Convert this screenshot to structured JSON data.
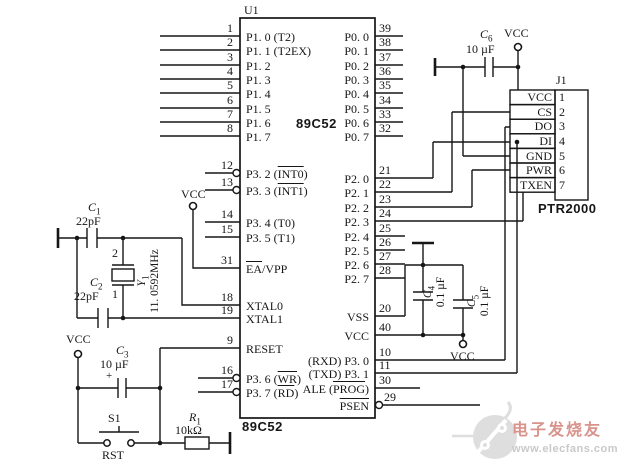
{
  "ic": {
    "ref": "U1",
    "part_center": "89C52",
    "part_bottom": "89C52",
    "left_pins": [
      {
        "num": "1",
        "pre": "P1. 0 (T2)"
      },
      {
        "num": "2",
        "pre": "P1. 1 (T2EX)"
      },
      {
        "num": "3",
        "pre": "P1. 2"
      },
      {
        "num": "4",
        "pre": "P1. 3"
      },
      {
        "num": "5",
        "pre": "P1. 4"
      },
      {
        "num": "6",
        "pre": "P1. 5"
      },
      {
        "num": "7",
        "pre": "P1. 6"
      },
      {
        "num": "8",
        "pre": "P1. 7"
      },
      {
        "num": "12",
        "pre": "P3. 2 (",
        "over": "INT0",
        "post": ")"
      },
      {
        "num": "13",
        "pre": "P3. 3 (",
        "over": "INT1",
        "post": ")"
      },
      {
        "num": "14",
        "pre": "P3. 4 (T0)"
      },
      {
        "num": "15",
        "pre": "P3. 5  (T1)"
      },
      {
        "num": "31",
        "over": "EA",
        "post": "/VPP"
      },
      {
        "num": "18",
        "pre": "XTAL0"
      },
      {
        "num": "19",
        "pre": "XTAL1"
      },
      {
        "num": "9",
        "pre": "RESET"
      },
      {
        "num": "16",
        "pre": "P3. 6 (",
        "over": "WR",
        "post": ")"
      },
      {
        "num": "17",
        "pre": "P3. 7 (",
        "over": "RD",
        "post": ")"
      }
    ],
    "right_pins": [
      {
        "num": "39",
        "pre": "P0. 0"
      },
      {
        "num": "38",
        "pre": "P0. 1"
      },
      {
        "num": "37",
        "pre": "P0. 2"
      },
      {
        "num": "36",
        "pre": "P0. 3"
      },
      {
        "num": "35",
        "pre": "P0. 4"
      },
      {
        "num": "34",
        "pre": "P0. 5"
      },
      {
        "num": "33",
        "pre": "P0. 6"
      },
      {
        "num": "32",
        "pre": "P0. 7"
      },
      {
        "num": "21",
        "pre": "P2. 0"
      },
      {
        "num": "22",
        "pre": "P2. 1"
      },
      {
        "num": "23",
        "pre": "P2. 2"
      },
      {
        "num": "24",
        "pre": "P2. 3"
      },
      {
        "num": "25",
        "pre": "P2. 4"
      },
      {
        "num": "26",
        "pre": "P2. 5"
      },
      {
        "num": "27",
        "pre": "P2. 6"
      },
      {
        "num": "28",
        "pre": "P2. 7"
      },
      {
        "num": "20",
        "pre": "VSS"
      },
      {
        "num": "40",
        "pre": "VCC"
      },
      {
        "num": "10",
        "pre": "(RXD) P3. 0"
      },
      {
        "num": "11",
        "pre": "(TXD) P3. 1"
      },
      {
        "num": "30",
        "pre": "ALE (",
        "over": "PROG",
        "post": ")"
      },
      {
        "num": "29",
        "over": "PSEN"
      }
    ]
  },
  "connector": {
    "ref": "J1",
    "module": "PTR2000",
    "pins": [
      {
        "num": "1",
        "label": "VCC"
      },
      {
        "num": "2",
        "label": "CS"
      },
      {
        "num": "3",
        "label": "DO"
      },
      {
        "num": "4",
        "label": "DI"
      },
      {
        "num": "5",
        "label": "GND"
      },
      {
        "num": "6",
        "label": "PWR"
      },
      {
        "num": "7",
        "label": "TXEN"
      }
    ]
  },
  "components": {
    "c1": {
      "ref_l": "C",
      "ref_s": "1",
      "value": "22pF"
    },
    "c2": {
      "ref_l": "C",
      "ref_s": "2",
      "value": "22pF"
    },
    "c3": {
      "ref_l": "C",
      "ref_s": "3",
      "value": "10 µF",
      "polarity": "+"
    },
    "c4": {
      "ref_l": "C",
      "ref_s": "4",
      "value": "0.1 µF"
    },
    "c5": {
      "ref_l": "C",
      "ref_s": "5",
      "value": "0.1 µF"
    },
    "c6": {
      "ref_l": "C",
      "ref_s": "6",
      "value": "10 µF"
    },
    "y1": {
      "ref_l": "Y",
      "ref_s": "1",
      "value": "11. 0592MHz",
      "pin_top": "2",
      "pin_bottom": "1"
    },
    "r1": {
      "ref_l": "R",
      "ref_s": "1",
      "value": "10kΩ"
    },
    "s1": {
      "ref": "S1",
      "label": "RST"
    }
  },
  "power": {
    "vcc_int": "VCC",
    "vcc_reset": "VCC",
    "vcc_c6": "VCC",
    "vcc_caps": "VCC"
  },
  "watermark": {
    "brand": "电子发烧友",
    "url": "www.elecfans.com",
    "brand_color": "#d8938b",
    "url_color": "#c9c9c9"
  }
}
